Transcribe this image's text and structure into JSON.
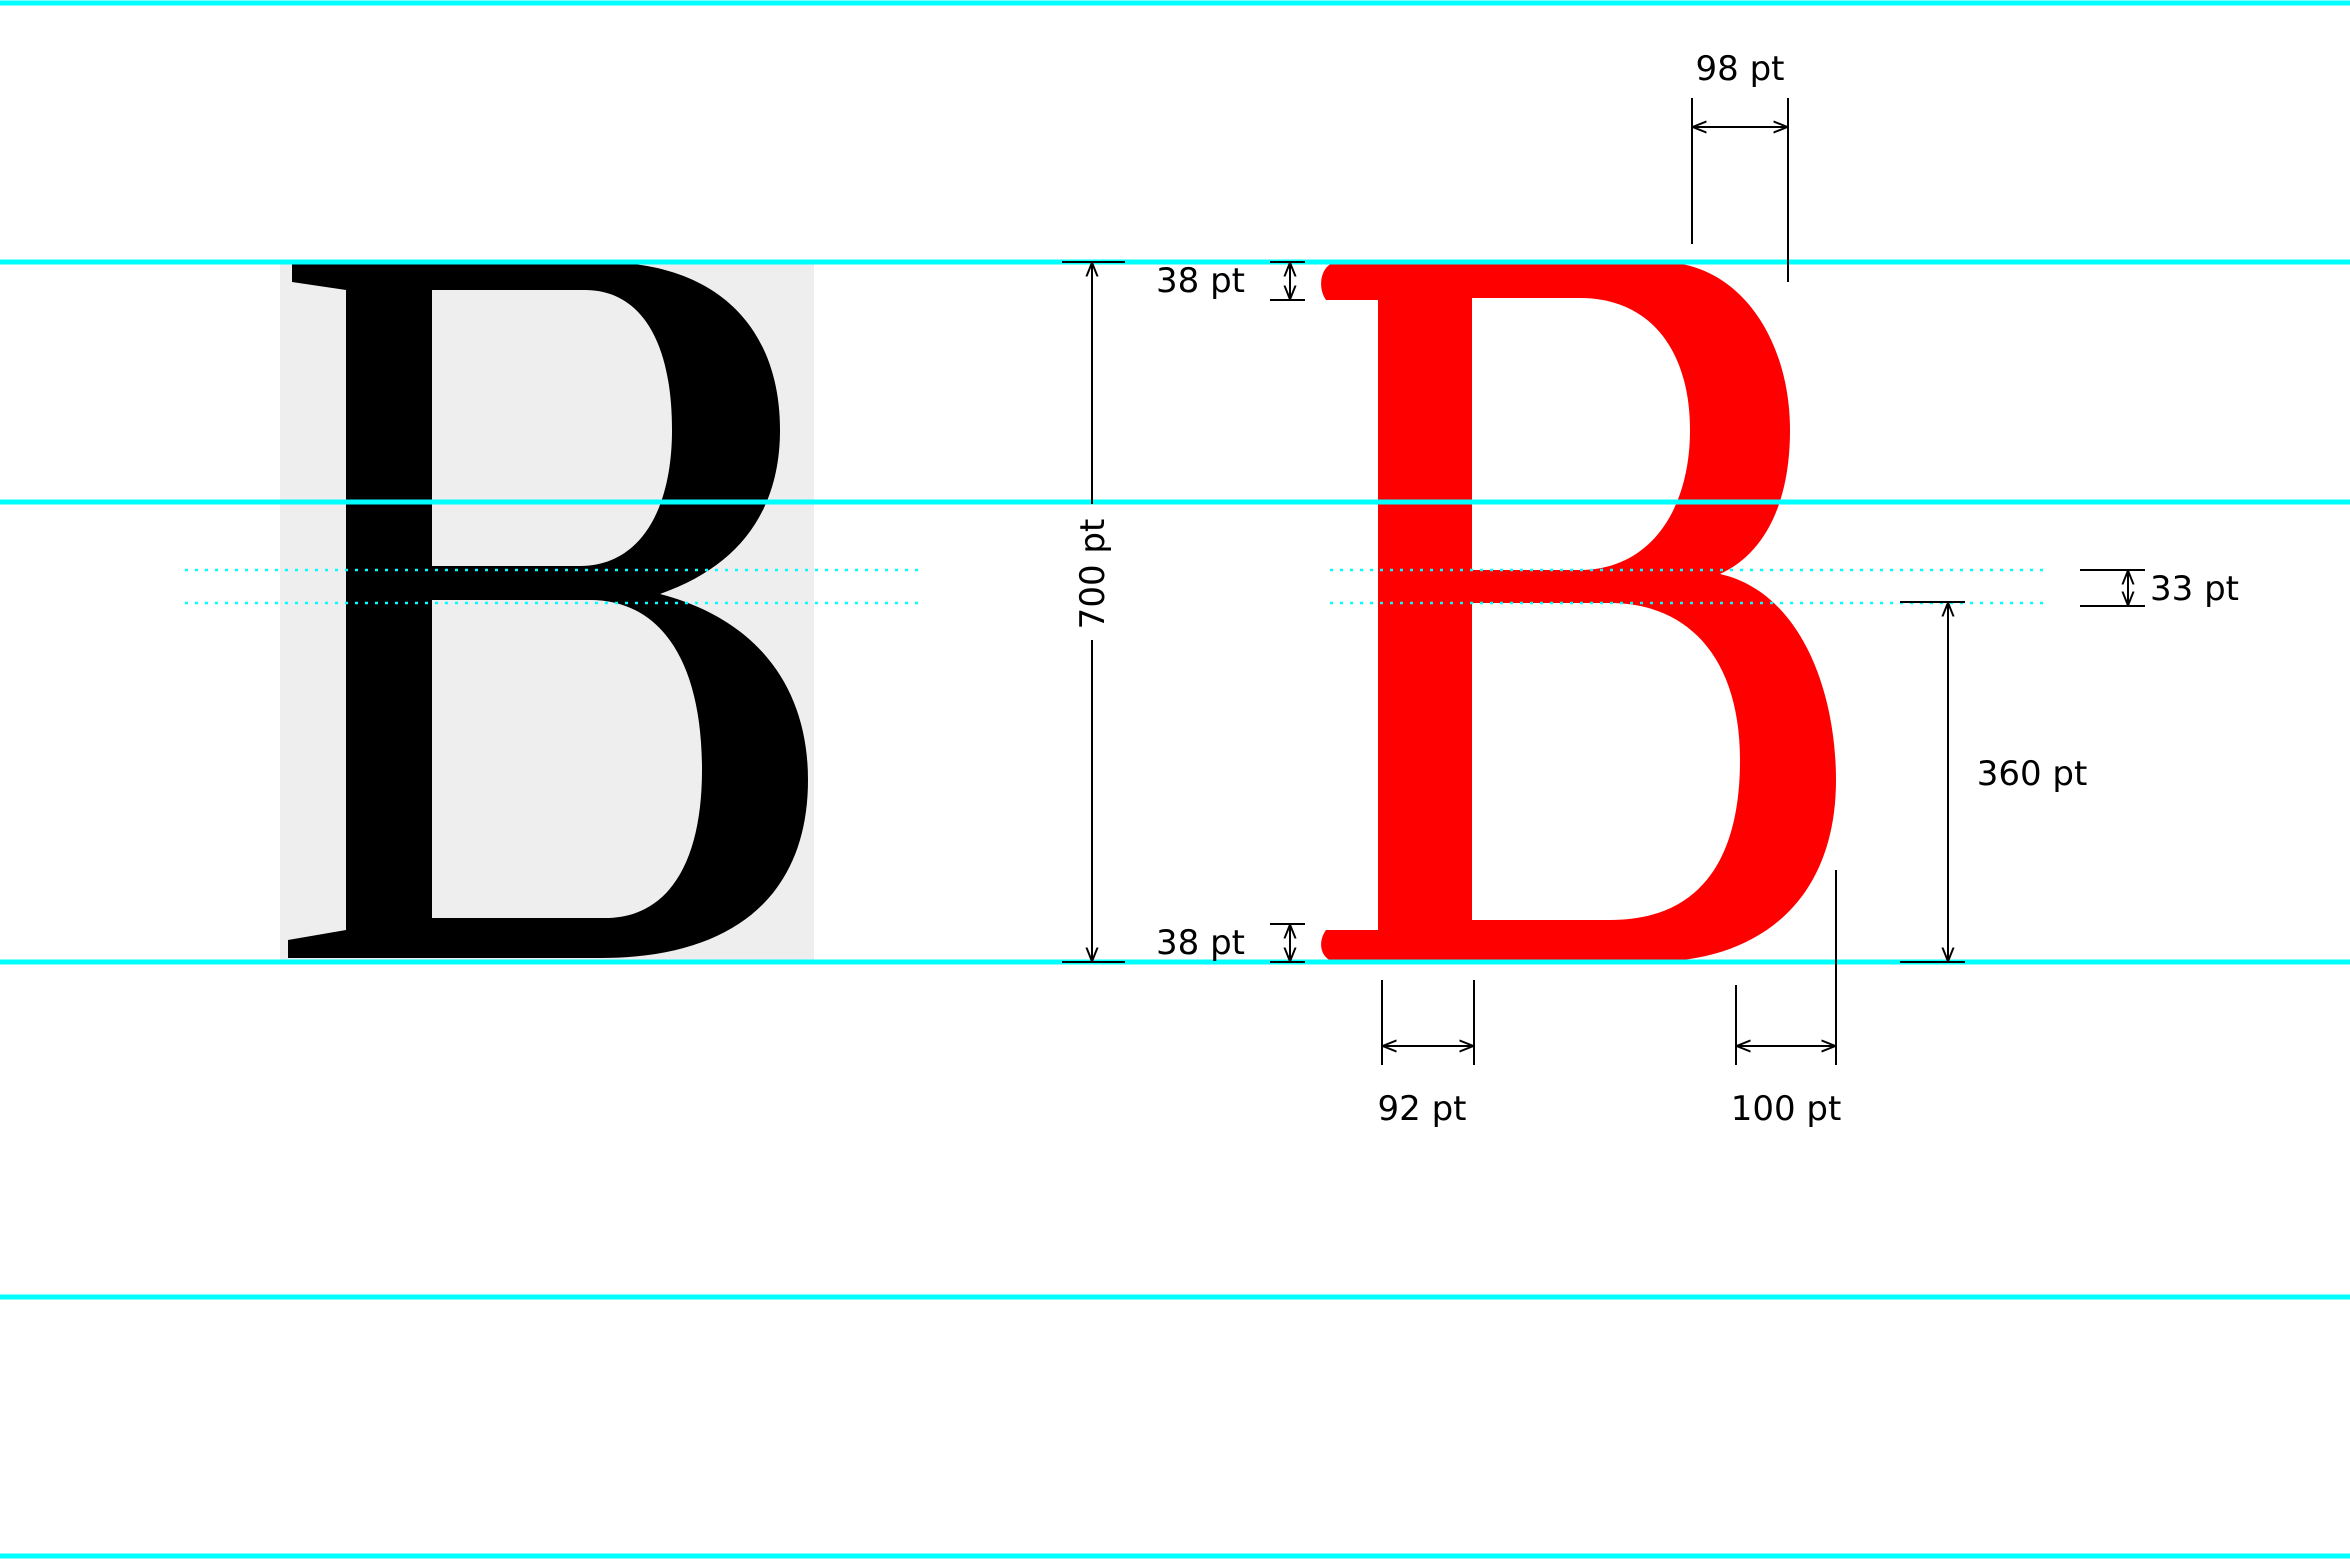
{
  "colors": {
    "guide": "#00ffff",
    "glyph_fill": "#ff0000",
    "scan_ink": "#000000",
    "scan_paper": "#eeeeee",
    "dimension": "#000000",
    "background": "#ffffff"
  },
  "glyph_letter": "B",
  "dimensions": {
    "upper_bowl_stroke": "98 pt",
    "top_serif": "38 pt",
    "cap_height": "700 pt",
    "crossbar_gap": "33 pt",
    "lower_bowl_height": "360 pt",
    "bottom_serif": "38 pt",
    "stem_width": "92 pt",
    "lower_bowl_stroke": "100 pt"
  }
}
